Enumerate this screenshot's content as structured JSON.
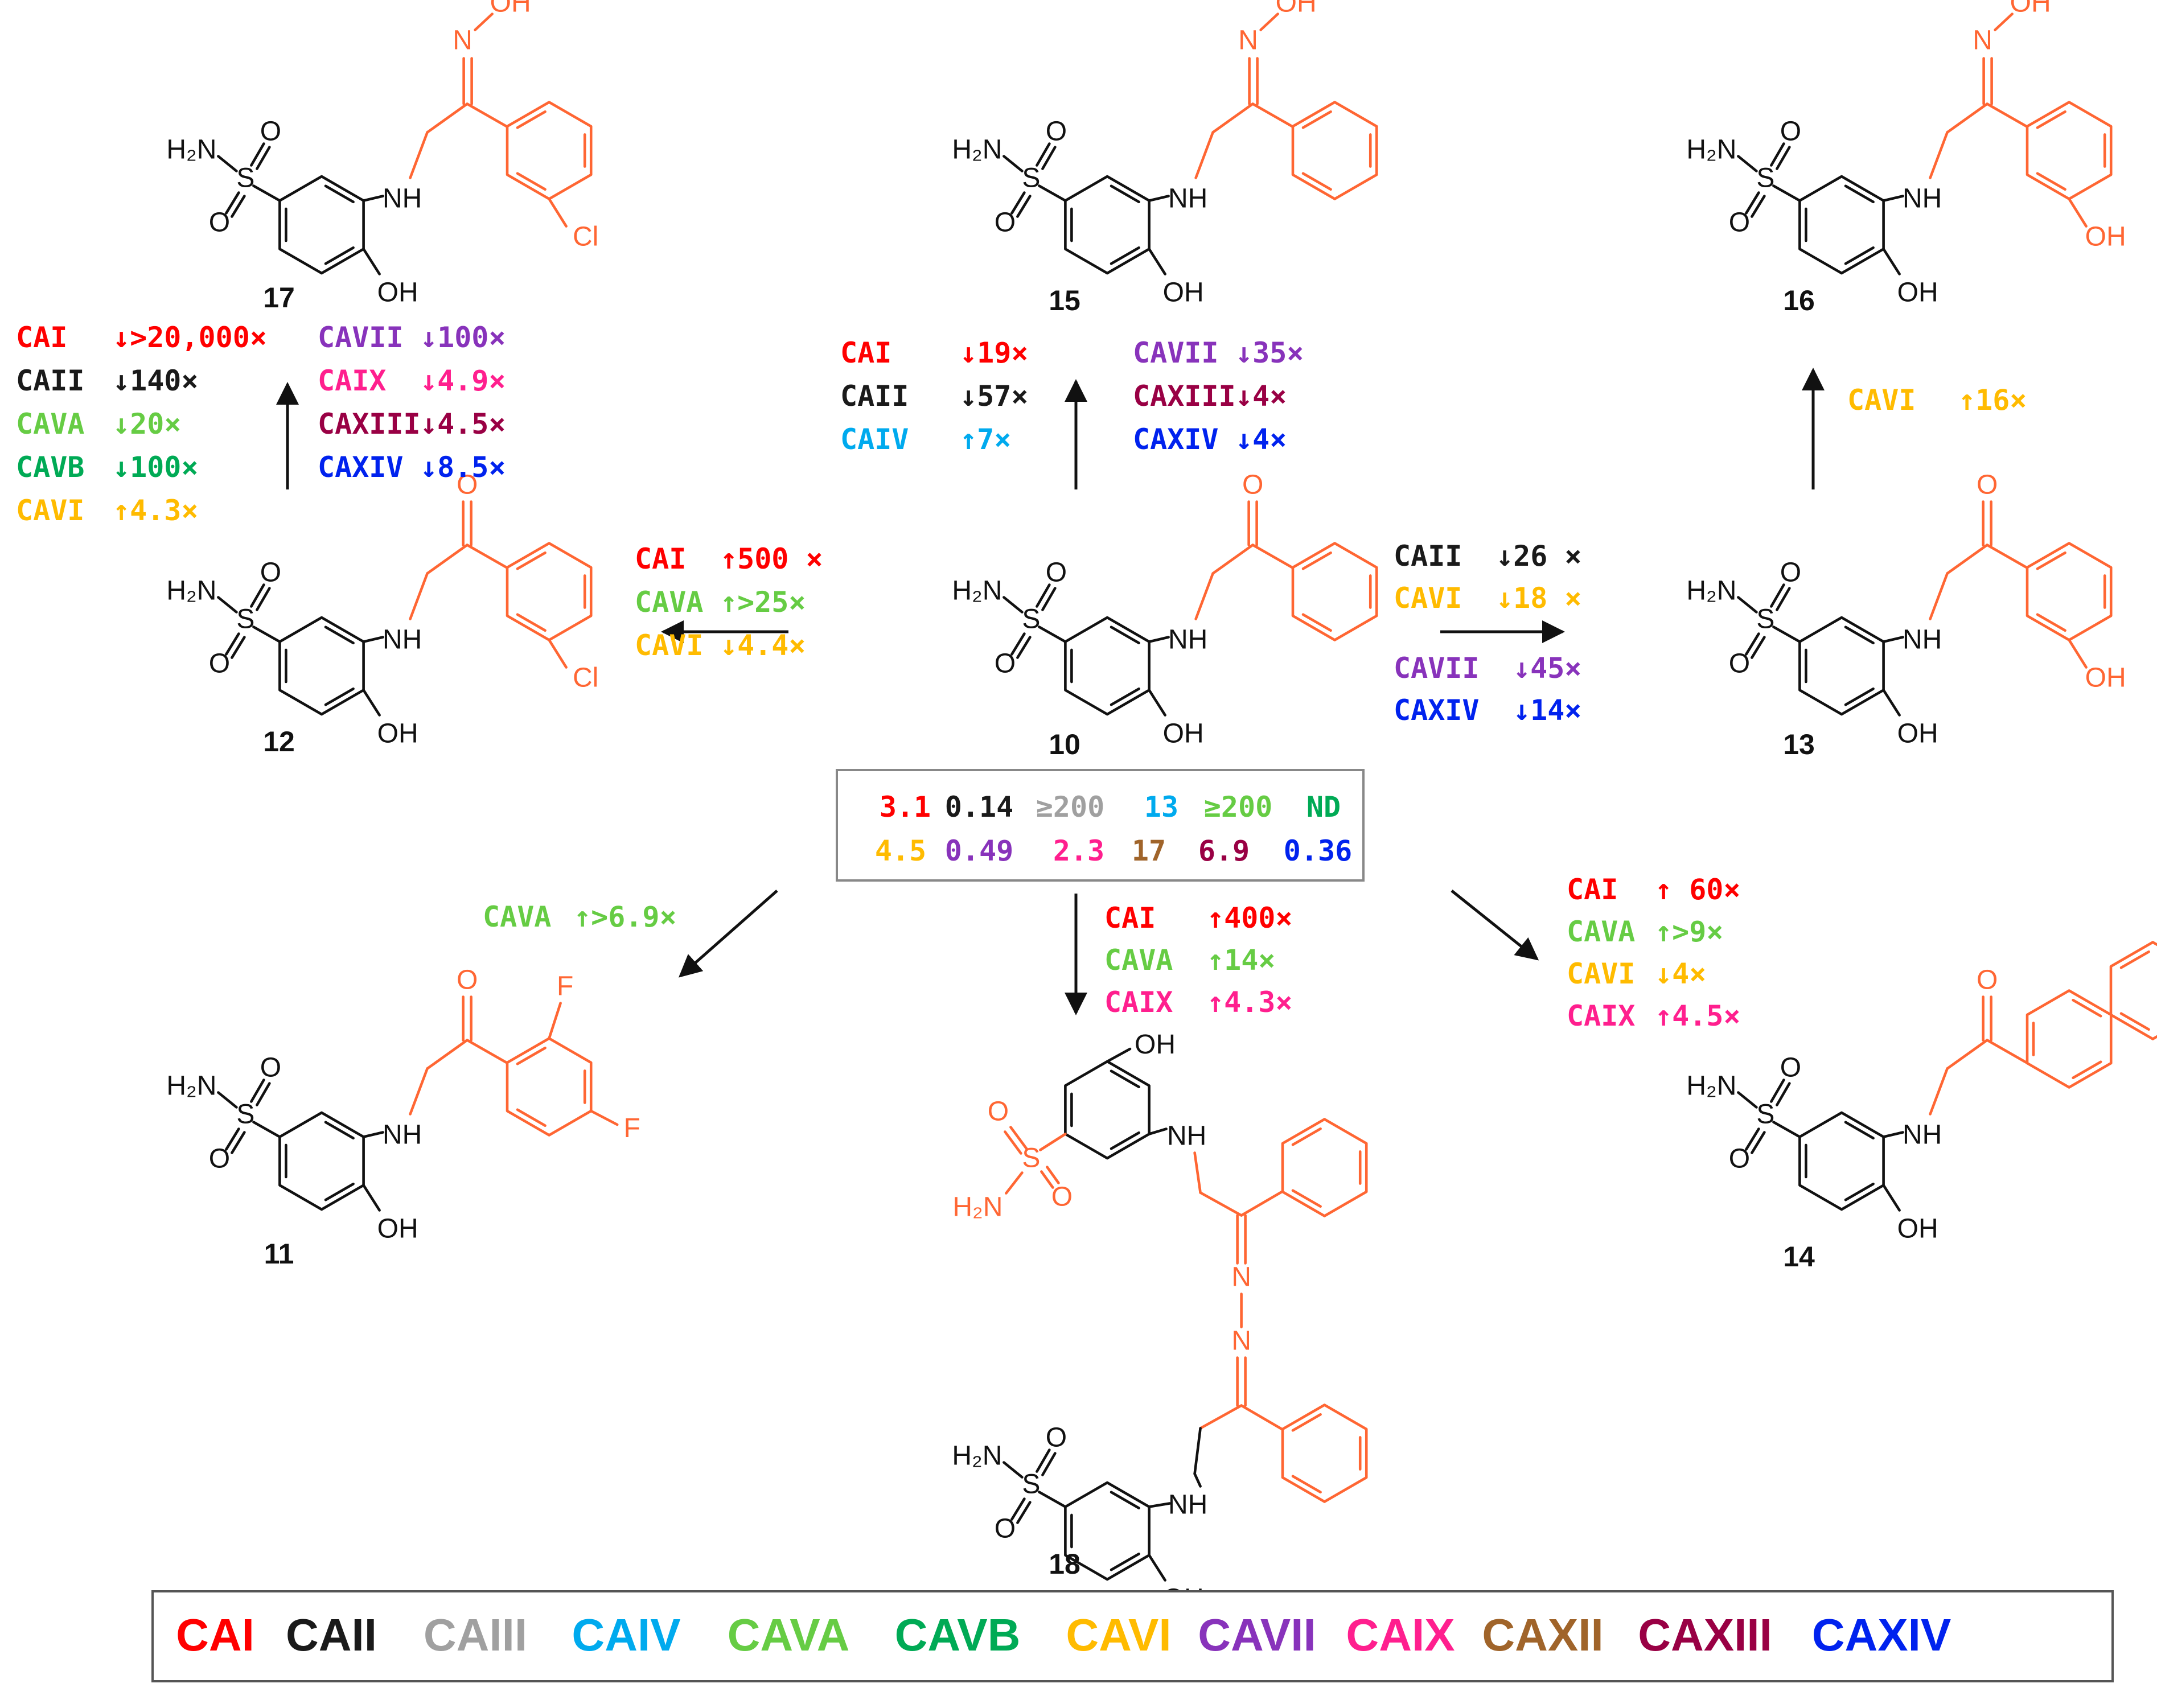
{
  "colors": {
    "CAI": "#ff0000",
    "CAII": "#1a1a1a",
    "CAIII": "#a0a0a0",
    "CAIV": "#00aaee",
    "CAVA": "#66cc44",
    "CAVB": "#00aa55",
    "CAVI": "#ffbb00",
    "CAVII": "#8833bb",
    "CAIX": "#ff1f8e",
    "CAXII": "#a0642a",
    "CAXIII": "#990044",
    "CAXIV": "#0022ee",
    "scaffold": "#111111",
    "modification": "#ff6633"
  },
  "atoms": {
    "h2n": "H₂N",
    "s": "S",
    "o": "O",
    "nh": "NH",
    "oh": "OH",
    "n": "N",
    "n_oh": "N–OH",
    "f": "F",
    "cl": "Cl"
  },
  "compounds": {
    "c10": "10",
    "c11": "11",
    "c12": "12",
    "c13": "13",
    "c14": "14",
    "c15": "15",
    "c16": "16",
    "c17": "17",
    "c18": "18"
  },
  "center_box": {
    "row1": [
      {
        "value": "3.1",
        "isoform": "CAI"
      },
      {
        "value": "0.14",
        "isoform": "CAII"
      },
      {
        "value": "≥200",
        "isoform": "CAIII"
      },
      {
        "value": "13",
        "isoform": "CAIV"
      },
      {
        "value": "≥200",
        "isoform": "CAVA"
      },
      {
        "value": "ND",
        "isoform": "CAVB"
      }
    ],
    "row2": [
      {
        "value": "4.5",
        "isoform": "CAVI"
      },
      {
        "value": "0.49",
        "isoform": "CAVII"
      },
      {
        "value": "2.3",
        "isoform": "CAIX"
      },
      {
        "value": "17",
        "isoform": "CAXII"
      },
      {
        "value": "6.9",
        "isoform": "CAXIII"
      },
      {
        "value": "0.36",
        "isoform": "CAXIV"
      }
    ]
  },
  "annotations": {
    "to17": [
      {
        "isoform": "CAI",
        "text": "↓>20,000×"
      },
      {
        "isoform": "CAII",
        "text": "↓140×"
      },
      {
        "isoform": "CAVA",
        "text": "↓20×"
      },
      {
        "isoform": "CAVB",
        "text": "↓100×"
      },
      {
        "isoform": "CAVI",
        "text": "↑4.3×"
      },
      {
        "isoform": "CAVII",
        "text": "↓100×"
      },
      {
        "isoform": "CAIX",
        "text": "↓4.9×"
      },
      {
        "isoform": "CAXIII",
        "text": "↓4.5×"
      },
      {
        "isoform": "CAXIV",
        "text": "↓8.5×"
      }
    ],
    "to15": [
      {
        "isoform": "CAI",
        "text": "↓19×"
      },
      {
        "isoform": "CAII",
        "text": "↓57×"
      },
      {
        "isoform": "CAIV",
        "text": "↑7×"
      },
      {
        "isoform": "CAVII",
        "text": "↓35×"
      },
      {
        "isoform": "CAXIII",
        "text": "↓4×"
      },
      {
        "isoform": "CAXIV",
        "text": "↓4×"
      }
    ],
    "to16": [
      {
        "isoform": "CAVI",
        "text": "↑16×"
      }
    ],
    "to12": [
      {
        "isoform": "CAI",
        "text": "↑500 ×"
      },
      {
        "isoform": "CAVA",
        "text": "↑>25×"
      },
      {
        "isoform": "CAVI",
        "text": "↓4.4×"
      }
    ],
    "to13": [
      {
        "isoform": "CAII",
        "text": "↓26 ×"
      },
      {
        "isoform": "CAVI",
        "text": "↓18 ×"
      },
      {
        "isoform": "CAVII",
        "text": "↓45×"
      },
      {
        "isoform": "CAXIV",
        "text": "↓14×"
      }
    ],
    "to11": [
      {
        "isoform": "CAVA",
        "text": "↑>6.9×"
      }
    ],
    "to18": [
      {
        "isoform": "CAI",
        "text": "↑400×"
      },
      {
        "isoform": "CAVA",
        "text": "↑14×"
      },
      {
        "isoform": "CAIX",
        "text": "↑4.3×"
      }
    ],
    "to14": [
      {
        "isoform": "CAI",
        "text": "↑ 60×"
      },
      {
        "isoform": "CAVA",
        "text": "↑>9×"
      },
      {
        "isoform": "CAVI",
        "text": "↓4×"
      },
      {
        "isoform": "CAIX",
        "text": "↑4.5×"
      }
    ]
  },
  "legend": [
    "CAI",
    "CAII",
    "CAIII",
    "CAIV",
    "CAVA",
    "CAVB",
    "CAVI",
    "CAVII",
    "CAIX",
    "CAXII",
    "CAXIII",
    "CAXIV"
  ]
}
